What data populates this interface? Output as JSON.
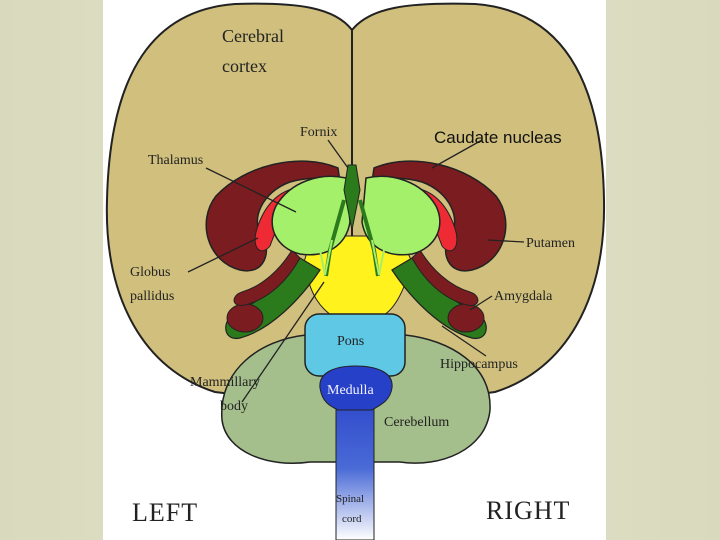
{
  "labels": {
    "cerebral_cortex_1": "Cerebral",
    "cerebral_cortex_2": "cortex",
    "fornix": "Fornix",
    "caudate_nucleas": "Caudate nucleas",
    "thalamus": "Thalamus",
    "putamen": "Putamen",
    "globus_1": "Globus",
    "globus_2": "pallidus",
    "amygdala": "Amygdala",
    "pons": "Pons",
    "hippocampus": "Hippocampus",
    "mammillary_1": "Mammillary",
    "mammillary_2": "body",
    "medulla": "Medulla",
    "cerebellum": "Cerebellum",
    "spinal_1": "Spinal",
    "spinal_2": "cord",
    "left": "LEFT",
    "right": "RIGHT"
  },
  "colors": {
    "cortex": "#d1c07d",
    "caudate": "#7b1c20",
    "globus": "#ee2a35",
    "thalamus": "#a4f06a",
    "hippocampus": "#2b7a1c",
    "midbrain": "#fff21d",
    "pons": "#5ec8e5",
    "medulla": "#2740c8",
    "cerebellum": "#a4bf8c"
  }
}
